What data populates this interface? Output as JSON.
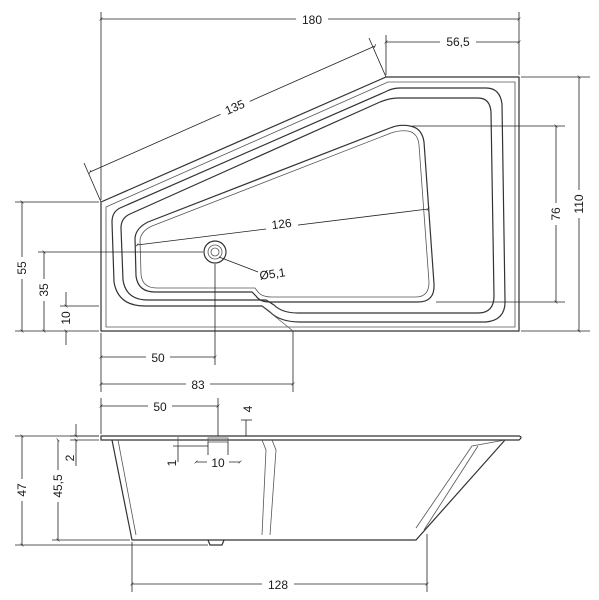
{
  "drawing": {
    "top_view": {
      "overall_width": "180",
      "short_side": "56,5",
      "slope_length": "135",
      "overall_depth": "110",
      "inner_depth": "76",
      "inner_length": "126",
      "drain_diameter": "Ø5,1",
      "left_height": "55",
      "drain_y": "35",
      "bottom_offset": "10",
      "drain_x": "50",
      "step_x": "83"
    },
    "side_view": {
      "drain_x": "50",
      "overflow_top": "4",
      "rim": "2",
      "small_offset": "1",
      "overflow_w": "10",
      "overall_height": "47",
      "inner_height": "45,5",
      "bottom_length": "128"
    }
  }
}
